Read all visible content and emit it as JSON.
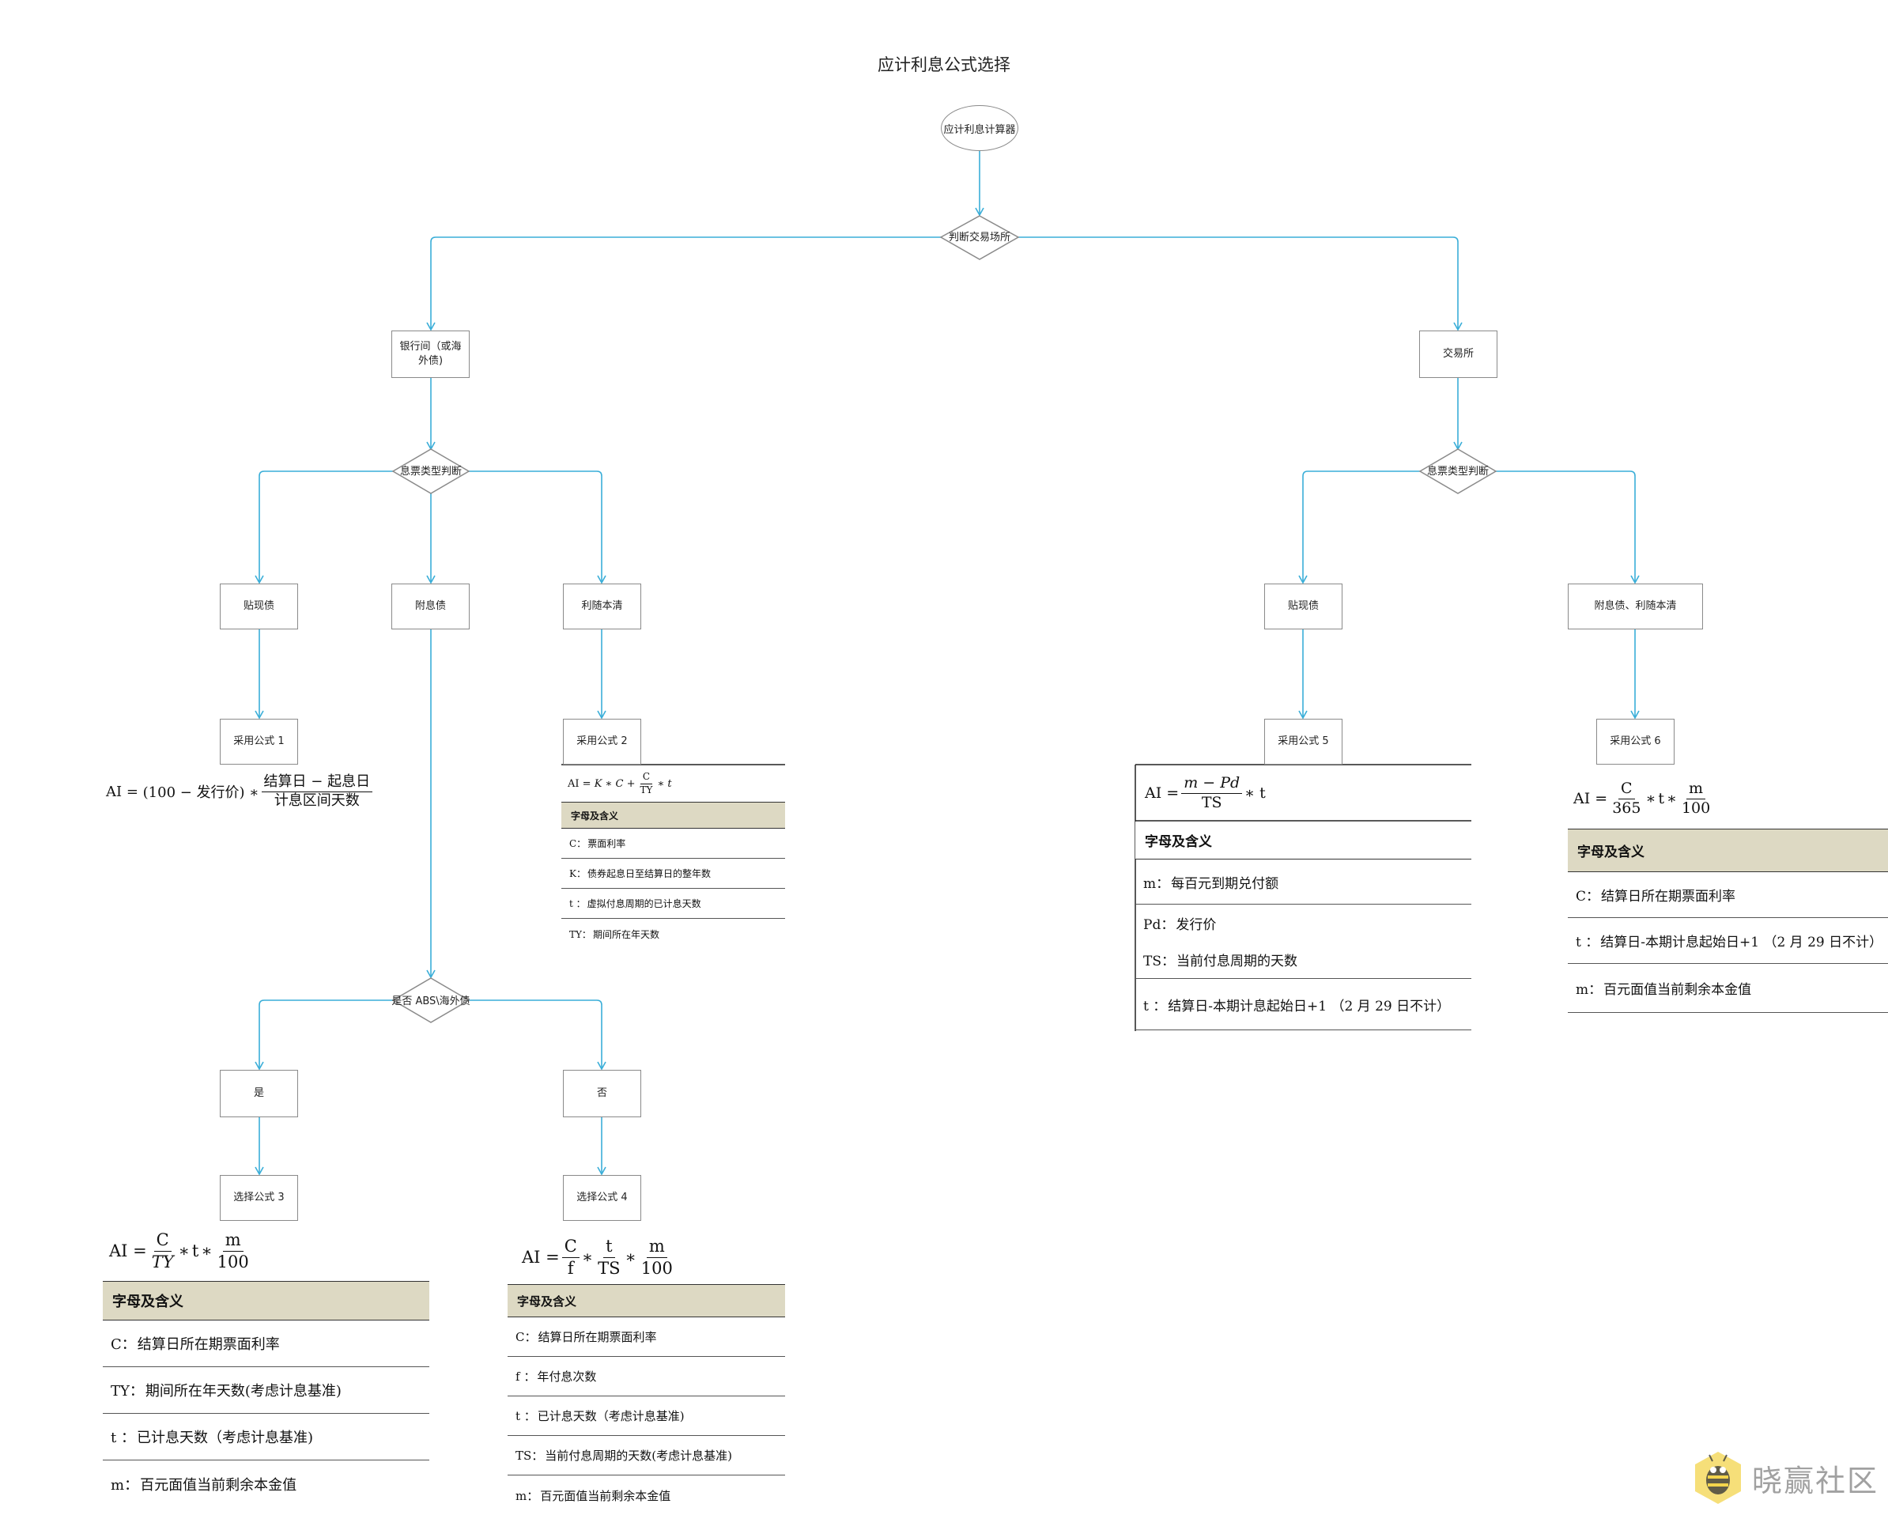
{
  "title": "应计利息公式选择",
  "nodes": {
    "start": "应计利息计算器",
    "exchange_decision": "判断交易场所",
    "interbank": "银行间（或海外债)",
    "exchange": "交易所",
    "bond_type_left": "息票类型判断",
    "bond_type_right": "息票类型判断",
    "discount_left": "贴现债",
    "coupon_left": "附息债",
    "principal_left": "利随本清",
    "discount_right": "贴现债",
    "coupon_principal_right": "附息债、利随本清",
    "f1": "采用公式 1",
    "f2": "采用公式 2",
    "f5": "采用公式 5",
    "f6": "采用公式 6",
    "abs_decision": "是否 ABS\\海外债",
    "yes": "是",
    "no": "否",
    "f3": "选择公式 3",
    "f4": "选择公式 4"
  },
  "formulas": {
    "f1": {
      "lhs": "AI =",
      "left": "(100 − 发行价) ∗",
      "num": "结算日 − 起息日",
      "den": "计息区间天数"
    },
    "f2": {
      "lhs": "AI =",
      "a": "K",
      "b": "C",
      "num": "C",
      "den": "TY",
      "t": "t"
    },
    "f3": {
      "lhs": "AI =",
      "n1": "C",
      "d1": "TY",
      "t": "t",
      "n2": "m",
      "d2": "100"
    },
    "f4": {
      "lhs": "AI =",
      "n1": "C",
      "d1": "f",
      "n2": "t",
      "d2": "TS",
      "n3": "m",
      "d3": "100"
    },
    "f5": {
      "lhs": "AI =",
      "num": "m − Pd",
      "den": "TS",
      "t": "t"
    },
    "f6": {
      "lhs": "AI =",
      "n1": "C",
      "d1": "365",
      "t": "t",
      "n2": "m",
      "d2": "100"
    }
  },
  "legends": {
    "f2": {
      "header": "字母及含义",
      "rows": [
        {
          "key": "C：",
          "text": "票面利率"
        },
        {
          "key": "K：",
          "text": "债券起息日至结算日的整年数"
        },
        {
          "key": "t ：",
          "text": "虚拟付息周期的已计息天数"
        },
        {
          "key": "TY：",
          "text": "期间所在年天数"
        }
      ]
    },
    "f3": {
      "header": "字母及含义",
      "rows": [
        {
          "key": "C：",
          "text": "结算日所在期票面利率"
        },
        {
          "key": "TY：",
          "text": "期间所在年天数(考虑计息基准)"
        },
        {
          "key": "t ：",
          "text": "已计息天数（考虑计息基准)"
        },
        {
          "key": "m：",
          "text": "百元面值当前剩余本金值"
        }
      ]
    },
    "f4": {
      "header": "字母及含义",
      "rows": [
        {
          "key": "C：",
          "text": "结算日所在期票面利率"
        },
        {
          "key": "f ：",
          "text": "年付息次数"
        },
        {
          "key": "t ：",
          "text": "已计息天数（考虑计息基准)"
        },
        {
          "key": "TS：",
          "text": "当前付息周期的天数(考虑计息基准)"
        },
        {
          "key": "m：",
          "text": "百元面值当前剩余本金值"
        }
      ]
    },
    "f5": {
      "header": "字母及含义",
      "rows": [
        {
          "key": "m：",
          "text": "每百元到期兑付额"
        },
        {
          "key": "Pd：",
          "text": "发行价"
        },
        {
          "key": "TS：",
          "text": "当前付息周期的天数"
        },
        {
          "key": "t ：",
          "text": "结算日-本期计息起始日+1 （2 月 29 日不计）"
        }
      ]
    },
    "f6": {
      "header": "字母及含义",
      "rows": [
        {
          "key": "C：",
          "text": "结算日所在期票面利率"
        },
        {
          "key": "t ：",
          "text": "结算日-本期计息起始日+1 （2 月 29 日不计）"
        },
        {
          "key": "m：",
          "text": "百元面值当前剩余本金值"
        }
      ]
    }
  },
  "watermark": "晓赢社区",
  "colors": {
    "connector": "#3aaed8",
    "node_border": "#8a8a8a",
    "legend_header": "#ddd9c3"
  }
}
